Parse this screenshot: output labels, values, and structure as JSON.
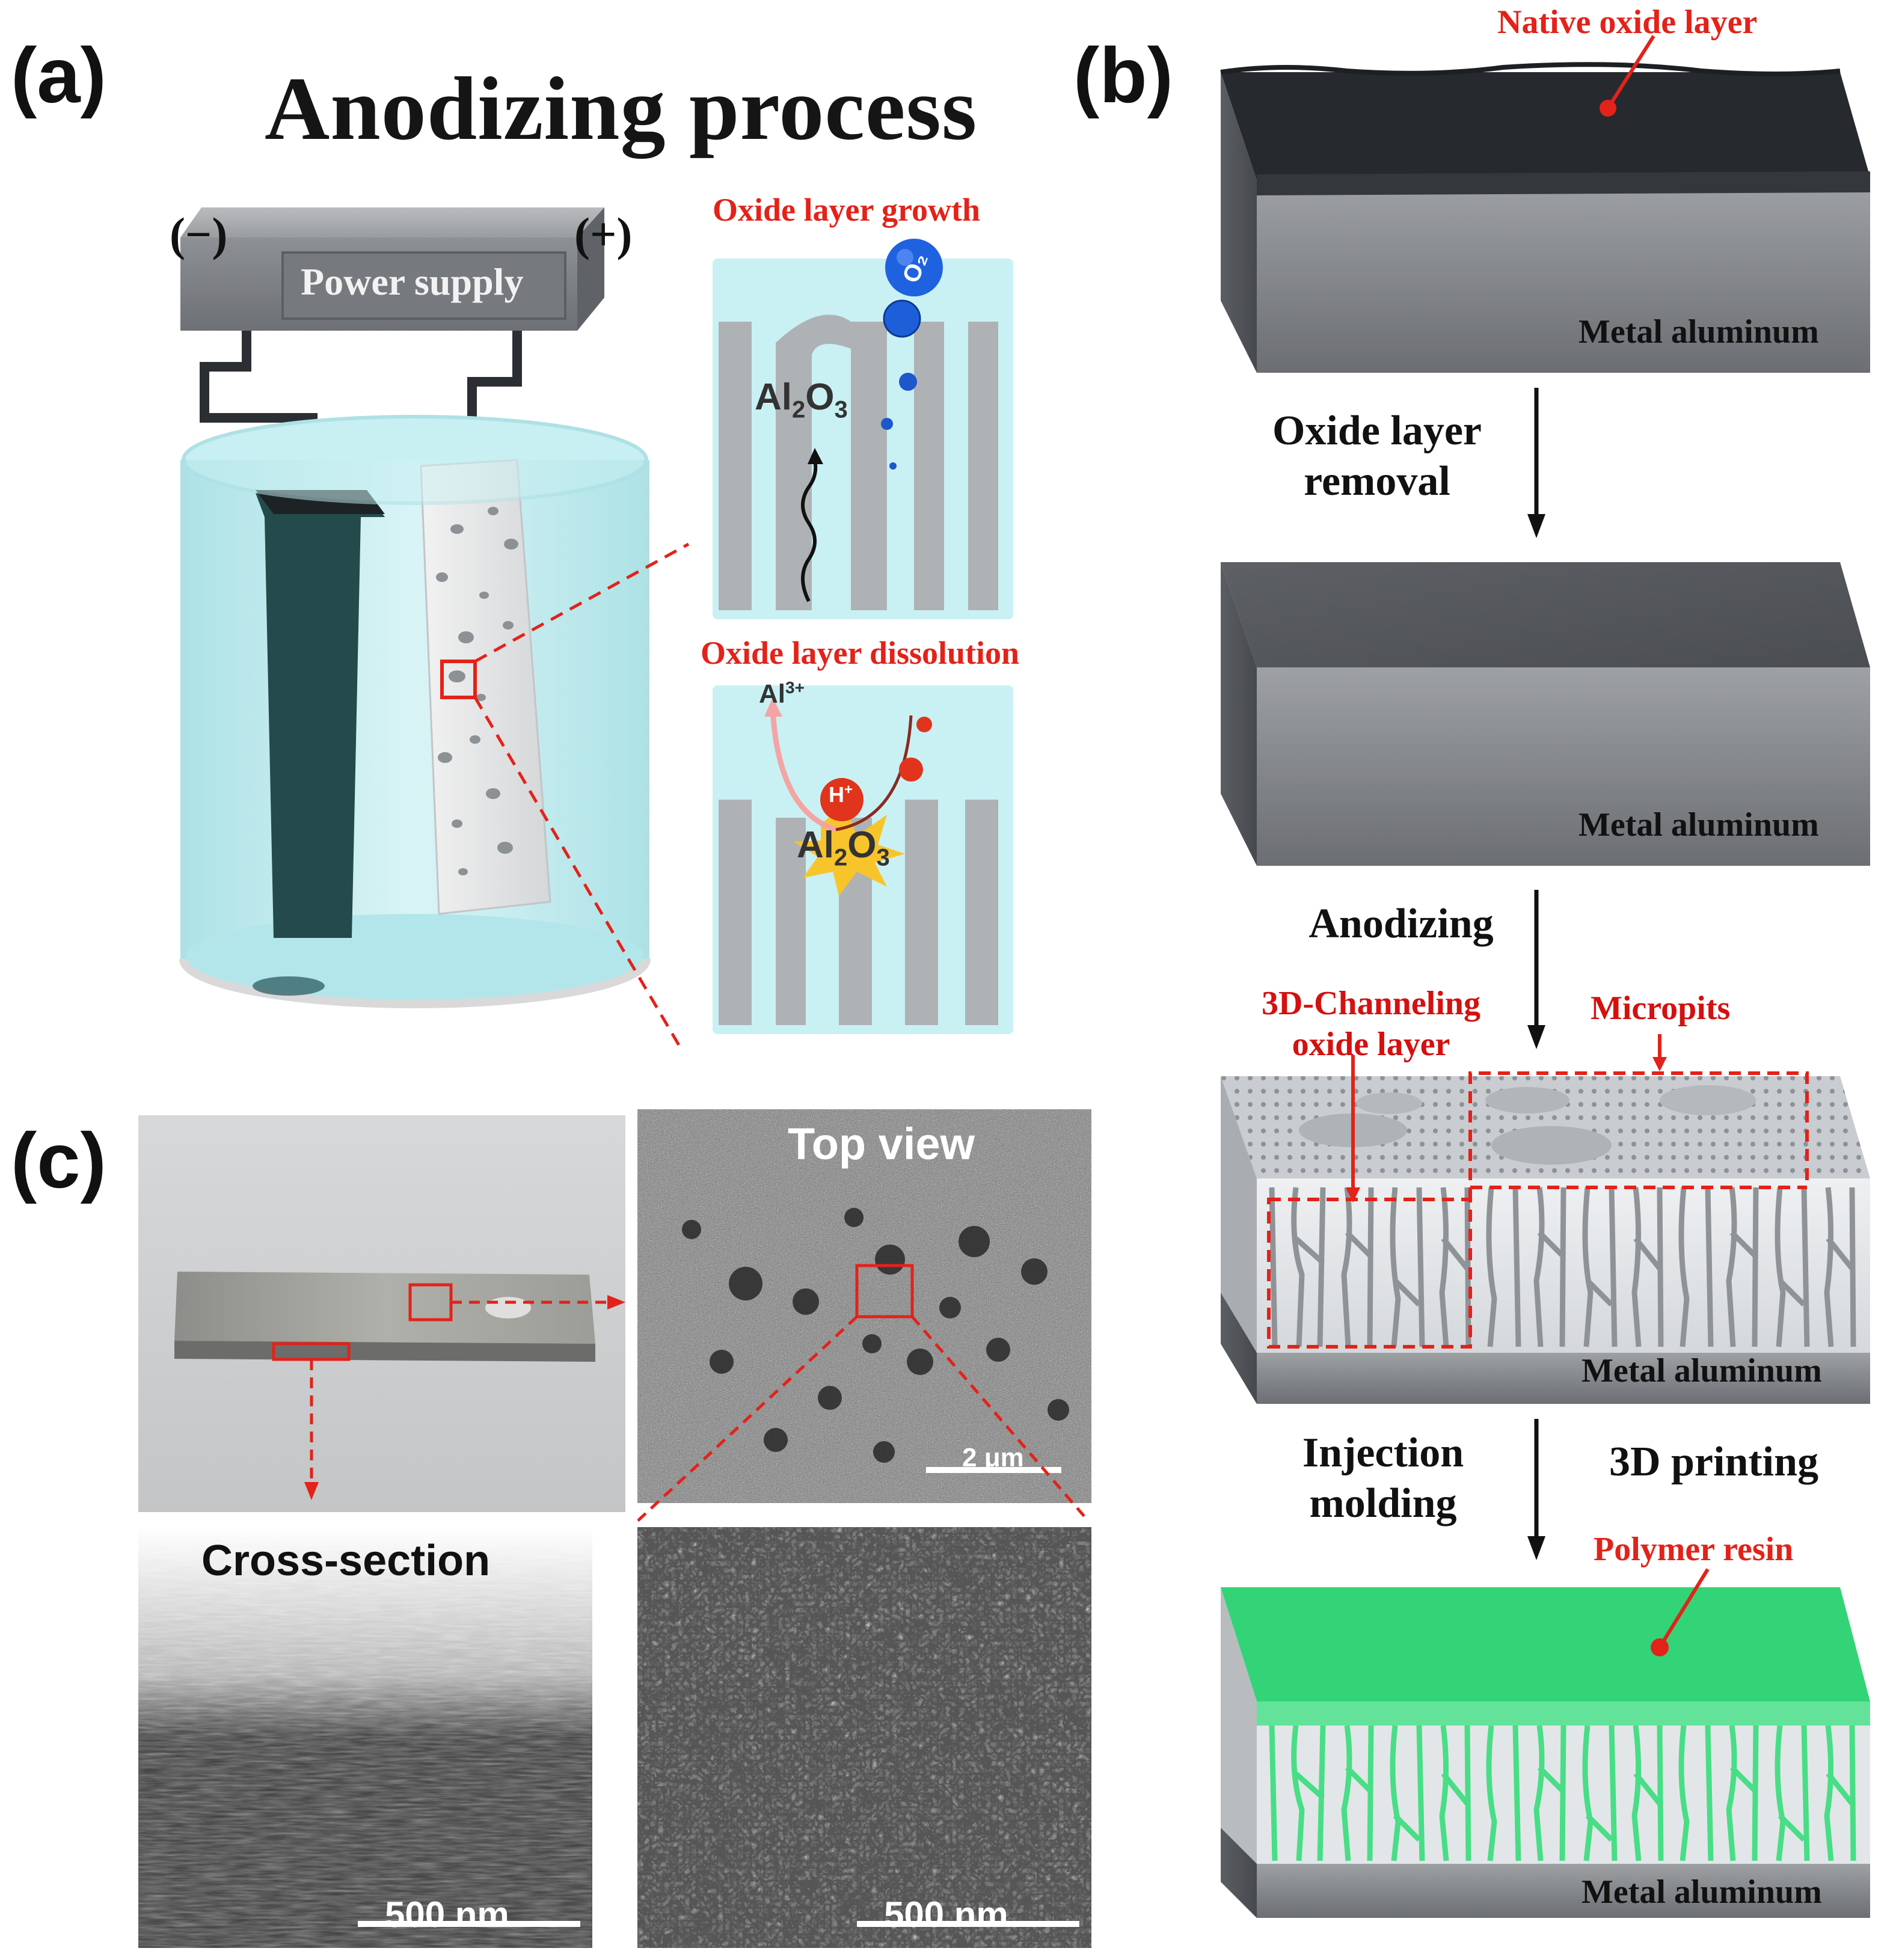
{
  "panel_a": {
    "label": "(a)",
    "title": "Anodizing process",
    "minus": "(−)",
    "plus": "(+)",
    "power_supply": "Power supply",
    "growth_title": "Oxide layer growth",
    "dissolution_title": "Oxide layer dissolution",
    "al2o3_a": "Al",
    "al2o3_b": "2",
    "al2o3_c": "O",
    "al2o3_d": "3",
    "al3": "Al",
    "al3_sup": "3+",
    "o2": "O",
    "o2_sub": "2",
    "hplus": "H",
    "hplus_sup": "+"
  },
  "panel_b": {
    "label": "(b)",
    "native_oxide": "Native oxide layer",
    "metal1": "Metal aluminum",
    "step1": [
      "Oxide layer",
      "removal"
    ],
    "metal2": "Metal aluminum",
    "step2": "Anodizing",
    "channel_label": [
      "3D-Channeling",
      "oxide layer"
    ],
    "micropits": "Micropits",
    "metal3": "Metal aluminum",
    "step3a": [
      "Injection",
      "molding"
    ],
    "step3b": "3D printing",
    "polymer": "Polymer resin",
    "metal4": "Metal aluminum"
  },
  "panel_c": {
    "label": "(c)",
    "top_view": "Top view",
    "scale_top": "2 μm",
    "cross_section": "Cross-section",
    "scale_cross": "500 nm",
    "scale_zoom": "500 nm"
  },
  "colors": {
    "accent_red": "#e32219",
    "polymer_green": "#34d77a",
    "electrolyte": "#bfeef2",
    "aluminum": "#6e7073",
    "native_oxide": "#2a2d31"
  }
}
